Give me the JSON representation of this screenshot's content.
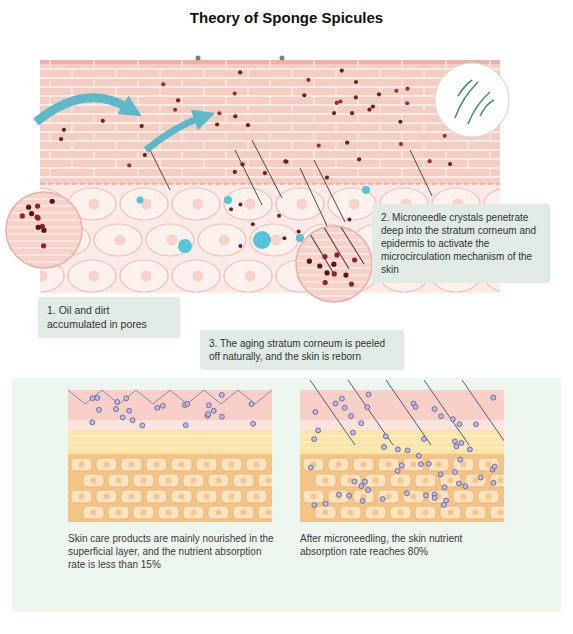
{
  "diagram": {
    "title": "Theory of Sponge Spicules",
    "nodes": [
      {
        "text": [
          "1. Oil and dirt accumulated in pores"
        ]
      },
      {
        "text": [
          "2. Microneedle crystals penetrate deep into the stratum corneum and epidermis to activate the microcirculation mechanism of the skin"
        ]
      },
      {
        "text": [
          "3. The aging stratum corneum is peeled off naturally, and the skin is reborn"
        ]
      }
    ],
    "labels": [
      "Skin care products are mainly nourished in the superficial layer, and the nutrient absorption rate is less than 15%",
      "After microneedling, the skin nutrient absorption rate reaches 80%"
    ]
  }
}
